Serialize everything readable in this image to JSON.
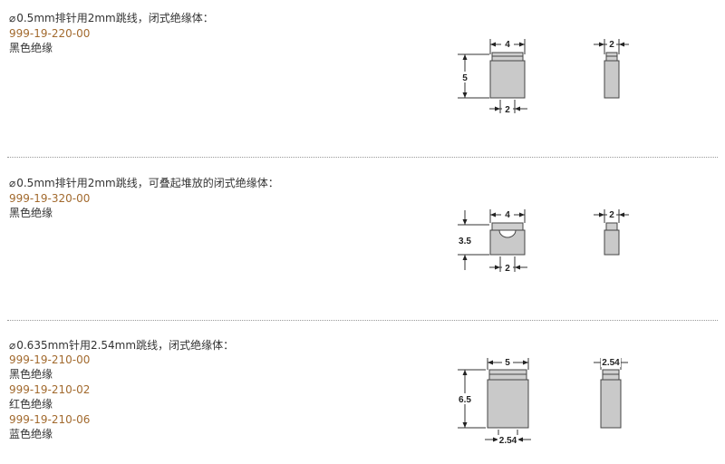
{
  "sections": [
    {
      "symbol": "⌀",
      "title": "0.5mm排针用2mm跳线，闭式绝缘体：",
      "variants": [
        {
          "part_number": "999-19-220-00",
          "color": "黑色绝缘"
        }
      ],
      "dims": {
        "front_width": "4",
        "front_height": "5",
        "front_pitch": "2",
        "side_width": "2"
      }
    },
    {
      "symbol": "⌀",
      "title": "0.5mm排针用2mm跳线，可叠起堆放的闭式绝缘体：",
      "variants": [
        {
          "part_number": "999-19-320-00",
          "color": "黑色绝缘"
        }
      ],
      "dims": {
        "front_width": "4",
        "front_height": "3.5",
        "front_pitch": "2",
        "side_width": "2"
      }
    },
    {
      "symbol": "⌀",
      "title": "0.635mm针用2.54mm跳线，闭式绝缘体：",
      "variants": [
        {
          "part_number": "999-19-210-00",
          "color": "黑色绝缘"
        },
        {
          "part_number": "999-19-210-02",
          "color": "红色绝缘"
        },
        {
          "part_number": "999-19-210-06",
          "color": "蓝色绝缘"
        }
      ],
      "dims": {
        "front_width": "5",
        "front_height": "6.5",
        "front_pitch": "2.54",
        "side_width": "2.54"
      }
    }
  ]
}
